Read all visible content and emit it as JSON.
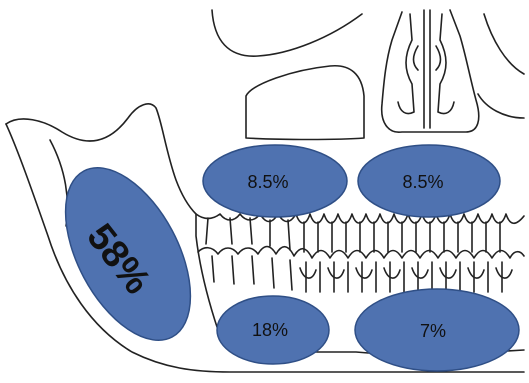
{
  "regions": [
    {
      "id": "mandible-angle-ramus",
      "label": "58%"
    },
    {
      "id": "maxilla-right",
      "label": "8.5%"
    },
    {
      "id": "maxilla-left",
      "label": "8.5%"
    },
    {
      "id": "mandible-body",
      "label": "18%"
    },
    {
      "id": "mandible-anterior",
      "label": "7%"
    }
  ],
  "colors": {
    "region_fill": "#4f72b0",
    "region_stroke": "#2f4f86",
    "line": "#222222",
    "text": "#111111"
  }
}
